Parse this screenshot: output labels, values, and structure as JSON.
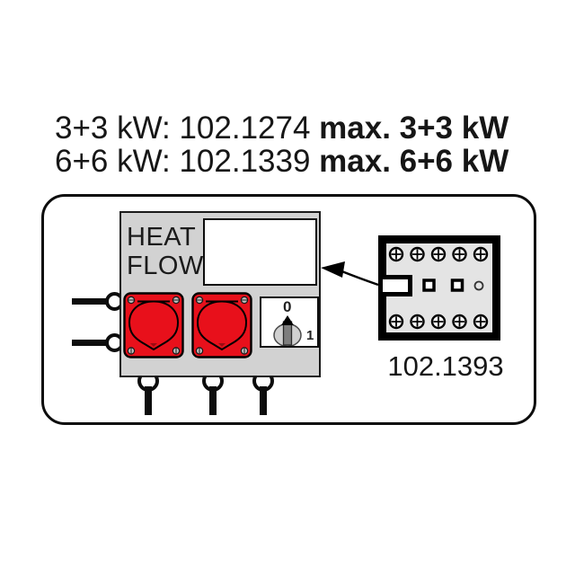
{
  "header": {
    "line1_normal": "3+3 kW: 102.1274 ",
    "line1_bold": "max. 3+3 kW",
    "line2_normal": "6+6 kW: 102.1339 ",
    "line2_bold": "max. 6+6 kW"
  },
  "panel": {
    "label_line1": "HEAT",
    "label_line2": "FLOW",
    "switch_off_label": "0",
    "switch_on_label": "1",
    "socket_count": 2
  },
  "terminal_block": {
    "part_number": "102.1393",
    "screws_top_row": 5,
    "screws_bottom_row": 5
  },
  "colors": {
    "socket_red": "#e8101b",
    "panel_gray": "#d2d2d2",
    "terminal_gray": "#e4e4e4",
    "line_black": "#0d0d0d"
  }
}
